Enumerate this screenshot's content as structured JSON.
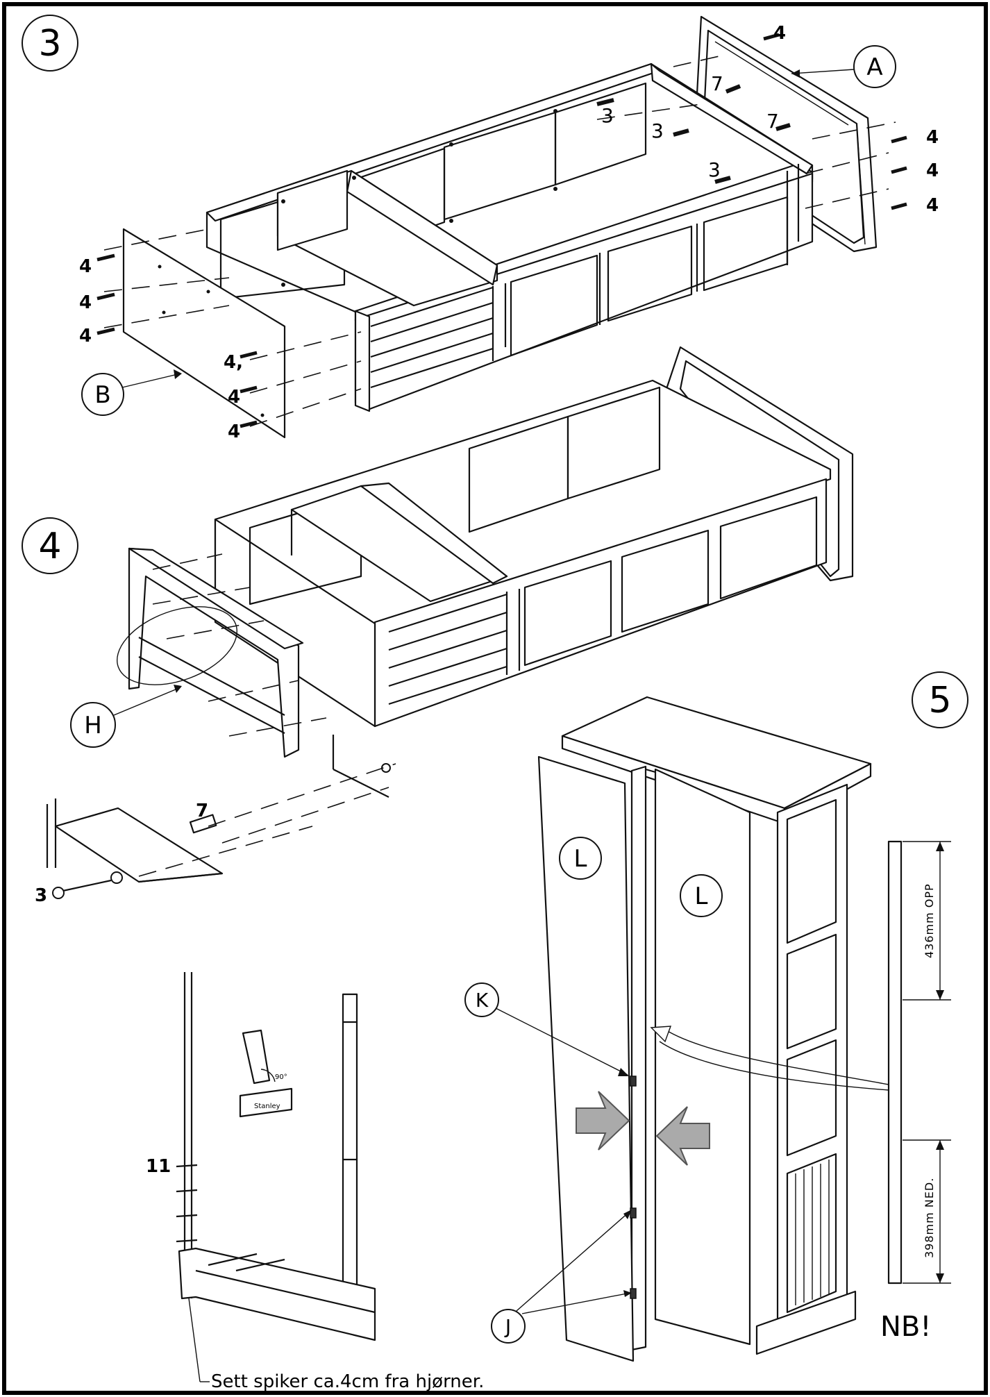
{
  "page": {
    "border_color": "#000000"
  },
  "steps": {
    "s3": "3",
    "s4": "4",
    "s5": "5"
  },
  "parts": {
    "A": "A",
    "B": "B",
    "H": "H",
    "L1": "L",
    "L2": "L",
    "K": "K",
    "J": "J"
  },
  "screws": {
    "top_right_4": "4",
    "side_4a": "4",
    "side_4b": "4",
    "side_4c": "4",
    "left_4a": "4",
    "left_4b": "4",
    "left_4c": "4",
    "front_4a": "4,",
    "front_4b": "4",
    "front_4c": "4",
    "n3a": "3",
    "n3b": "3",
    "n3c": "3",
    "n7a": "7",
    "n7b": "7",
    "detail_7": "7",
    "detail_3": "3",
    "nails_11": "11"
  },
  "dimensions": {
    "upper": "436mm OPP",
    "lower": "398mm NED."
  },
  "notes": {
    "nb": "NB!",
    "nail_note": "Sett spiker ca.4cm fra hjørner.",
    "square_angle": "90°",
    "square_brand": "Stanley"
  }
}
